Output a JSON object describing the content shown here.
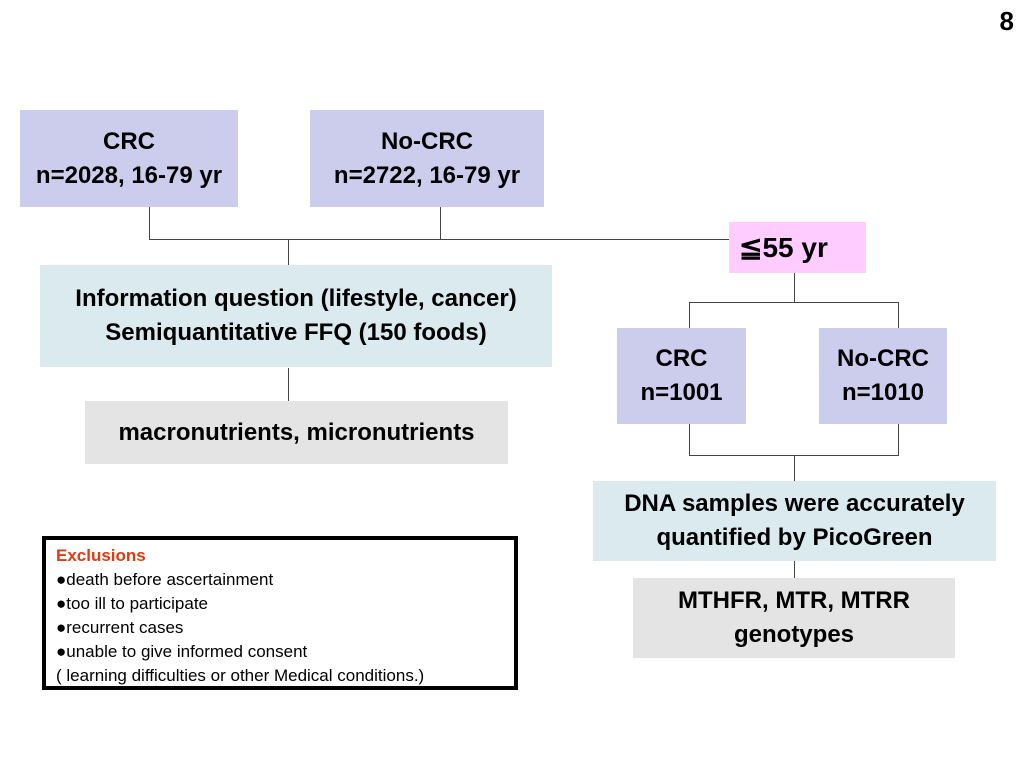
{
  "page_number": "8",
  "top_boxes": {
    "crc": {
      "line1": "CRC",
      "line2": "n=2028, 16-79 yr"
    },
    "no_crc": {
      "line1": "No-CRC",
      "line2": "n=2722, 16-79 yr"
    }
  },
  "questionnaire": {
    "line1": "Information question (lifestyle, cancer)",
    "line2": "Semiquantitative FFQ (150 foods)"
  },
  "nutrients": {
    "label": "macronutrients, micronutrients"
  },
  "age_filter": {
    "label": "≦55 yr"
  },
  "sub_boxes": {
    "crc": {
      "line1": "CRC",
      "line2": "n=1001"
    },
    "no_crc": {
      "line1": "No-CRC",
      "line2": "n=1010"
    }
  },
  "dna": {
    "line1": "DNA samples were accurately",
    "line2": "quantified by PicoGreen"
  },
  "genotypes": {
    "line1": "MTHFR, MTR, MTRR",
    "line2": "genotypes"
  },
  "exclusions": {
    "title": "Exclusions",
    "items": [
      "●death before ascertainment",
      "●too ill to participate",
      "●recurrent cases",
      "●unable to give informed consent"
    ],
    "note": "( learning difficulties or other Medical conditions.)"
  },
  "colors": {
    "purple_box": "#ccccec",
    "teal_box": "#daeaee",
    "gray_box": "#e4e4e4",
    "pink_box": "#ffccff",
    "exclusions_title": "#e03a10"
  }
}
